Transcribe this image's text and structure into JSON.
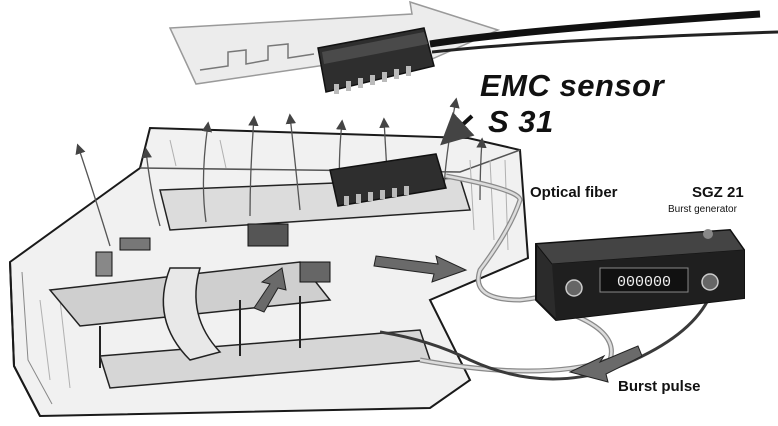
{
  "labels": {
    "sensor_name": "EMC sensor",
    "sensor_model": "S 31",
    "fiber": "Optical fiber",
    "generator_model": "SGZ 21",
    "generator_desc": "Burst generator",
    "pulse": "Burst pulse"
  },
  "display": {
    "digits": "000000"
  },
  "colors": {
    "ink": "#1a1a1a",
    "board": "#d9d9d9",
    "enclosure": "#ececec",
    "generator_body": "#2b2b2b",
    "arrow_fill": "#e6e6e6"
  }
}
